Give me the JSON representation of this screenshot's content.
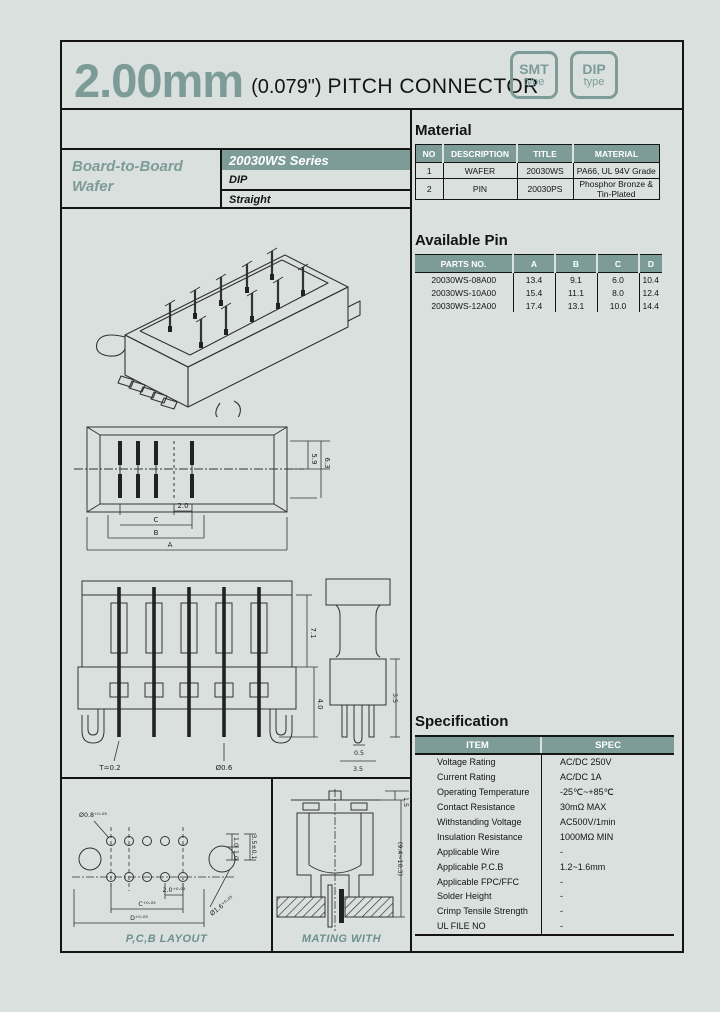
{
  "page": {
    "background": "#d9e0de",
    "accent": "#7d9c98"
  },
  "header": {
    "size": "2.00mm",
    "inch": "(0.079\")",
    "title": "PITCH CONNECTOR",
    "badges": [
      {
        "label": "SMT",
        "sub": "type"
      },
      {
        "label": "DIP",
        "sub": "type"
      }
    ]
  },
  "series": {
    "family_line1": "Board-to-Board",
    "family_line2": "Wafer",
    "name": "20030WS Series",
    "mount": "DIP",
    "orientation": "Straight"
  },
  "material": {
    "heading": "Material",
    "columns": [
      "NO",
      "DESCRIPTION",
      "TITLE",
      "MATERIAL"
    ],
    "rows": [
      [
        "1",
        "WAFER",
        "20030WS",
        "PA66, UL 94V Grade"
      ],
      [
        "2",
        "PIN",
        "20030PS",
        "Phosphor Bronze & Tin-Plated"
      ]
    ]
  },
  "available_pin": {
    "heading": "Available Pin",
    "columns": [
      "PARTS NO.",
      "A",
      "B",
      "C",
      "D"
    ],
    "rows": [
      [
        "20030WS-08A00",
        "13.4",
        "9.1",
        "6.0",
        "10.4"
      ],
      [
        "20030WS-10A00",
        "15.4",
        "11.1",
        "8.0",
        "12.4"
      ],
      [
        "20030WS-12A00",
        "17.4",
        "13.1",
        "10.0",
        "14.4"
      ]
    ]
  },
  "specification": {
    "heading": "Specification",
    "columns": [
      "ITEM",
      "SPEC"
    ],
    "rows": [
      [
        "Voltage Rating",
        "AC/DC 250V"
      ],
      [
        "Current Rating",
        "AC/DC 1A"
      ],
      [
        "Operating Temperature",
        "-25℃~+85℃"
      ],
      [
        "Contact Resistance",
        "30mΩ MAX"
      ],
      [
        "Withstanding Voltage",
        "AC500V/1min"
      ],
      [
        "Insulation Resistance",
        "1000MΩ MIN"
      ],
      [
        "Applicable Wire",
        "-"
      ],
      [
        "Applicable P.C.B",
        "1.2~1.6mm"
      ],
      [
        "Applicable FPC/FFC",
        "-"
      ],
      [
        "Solder Height",
        "-"
      ],
      [
        "Crimp Tensile Strength",
        "-"
      ],
      [
        "UL FILE NO",
        "-"
      ]
    ]
  },
  "drawings": {
    "top_view": {
      "pitch": "2.0",
      "dim_c": "C",
      "dim_b": "B",
      "dim_a": "A",
      "height1": "5.9",
      "height2": "6.3"
    },
    "front_view": {
      "height_upper": "7.1",
      "height_lower": "4.0",
      "thickness": "T=0.2",
      "pin_dia": "Ø0.6"
    },
    "side_view": {
      "depth": "3.5",
      "pin_width": "0.5",
      "width_bottom": "3.5"
    },
    "pcb_layout": {
      "caption": "P,C,B LAYOUT",
      "hole_small": "Ø0.8⁺⁰·⁰⁵",
      "pitch": "2.0⁺⁰·⁰⁵",
      "dim_c": "C⁺⁰·⁰⁵",
      "dim_d": "D⁺⁰·⁰⁵",
      "hole_large": "Ø1.6⁺⁰·⁰⁵",
      "row_gap1": "1.0",
      "row_gap2": "1.0",
      "span": "3.5±0.1"
    },
    "mating": {
      "caption": "MATING WITH",
      "height": "(9.4~10.3)",
      "top_gap": "1.5"
    }
  }
}
